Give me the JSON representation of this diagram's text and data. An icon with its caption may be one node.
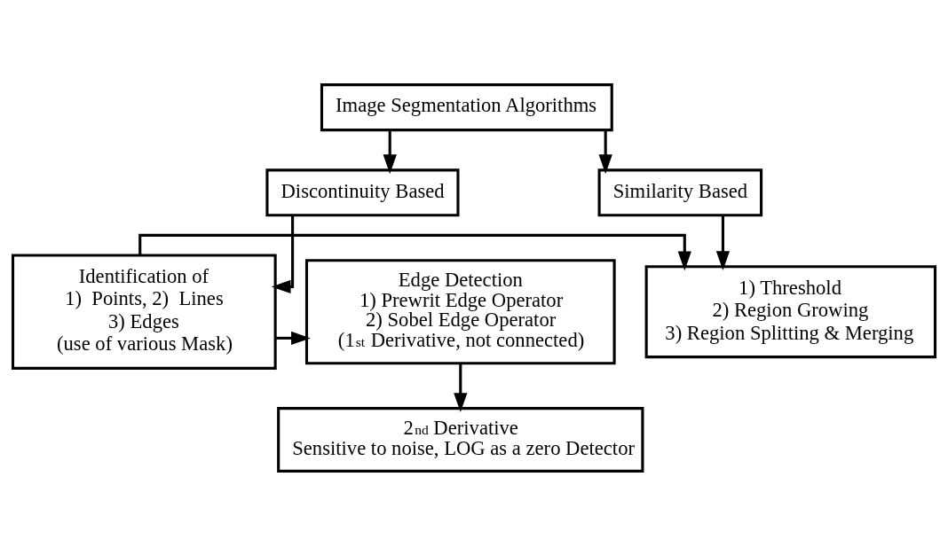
{
  "diagram": {
    "nodes": [
      {
        "text": [
          "Image Segmentation Algorithms"
        ]
      },
      {
        "text": [
          "Discontinuity Based"
        ]
      },
      {
        "text": [
          "Edge Detection",
          "1) Prewrit Edge Operator",
          "2) Sobel Edge Operator",
          "(1$^{st}$ Derivative, not connected)"
        ]
      },
      {
        "text": [
          "Similarity Based"
        ]
      },
      {
        "text": [
          "Identification of",
          "1)  Points, 2)  Lines",
          "3) Edges",
          "(use of various Mask)"
        ]
      },
      {
        "text": [
          "2$^{nd}$ Derivative",
          "Sensitive to noise, LOG as a zero Detector"
        ]
      },
      {
        "text": [
          "1) Threshold",
          "2) Region Growing",
          "3) Region Splitting & Merging"
        ]
      }
    ],
    "edges": [
      {
        "from": 0,
        "to": 1,
        "arrow": "to"
      },
      {
        "from": 0,
        "to": 3,
        "arrow": "to"
      },
      {
        "from": 1,
        "to": 4,
        "arrow": "to"
      },
      {
        "from": 4,
        "to": 2,
        "arrow": "to"
      },
      {
        "from": 4,
        "to": 6,
        "arrow": "to"
      },
      {
        "from": 3,
        "to": 6,
        "arrow": "to"
      },
      {
        "from": 2,
        "to": 5,
        "arrow": "to"
      }
    ]
  }
}
